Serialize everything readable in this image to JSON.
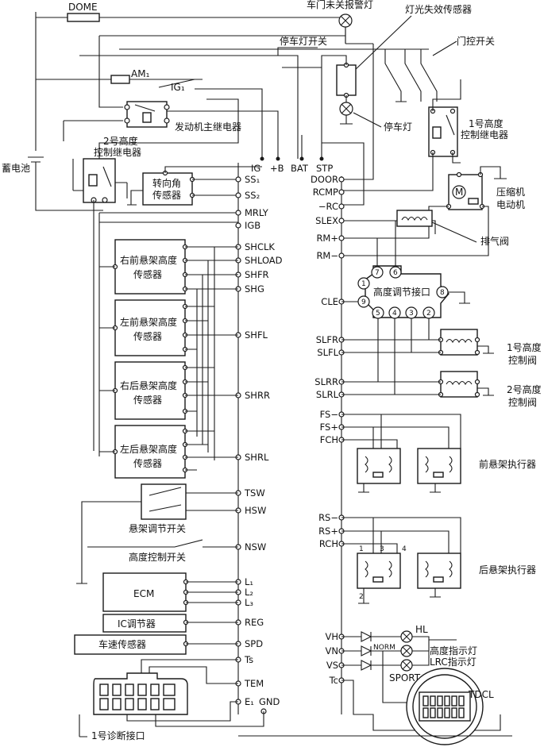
{
  "top": {
    "dome": "DOME",
    "door_warning": "车门未关报警灯",
    "light_fail_sensor": "灯光失效传感器",
    "stop_lamp_switch": "停车灯开关",
    "door_switch": "门控开关",
    "stop_lamp": "停车灯",
    "height_relay_1": "1号高度",
    "height_relay_1b": "控制继电器"
  },
  "left": {
    "am1": "AM₁",
    "ig1": "IG₁",
    "battery": "蓄电池",
    "main_relay": "发动机主继电器",
    "relay2_a": "2号高度",
    "relay2_b": "控制继电器",
    "steer_a": "转向角",
    "steer_b": "传感器"
  },
  "sensors": [
    {
      "a": "右前悬架高度",
      "b": "传感器"
    },
    {
      "a": "左前悬架高度",
      "b": "传感器"
    },
    {
      "a": "右后悬架高度",
      "b": "传感器"
    },
    {
      "a": "左后悬架高度",
      "b": "传感器"
    }
  ],
  "modules": {
    "susp_switch": "悬架调节开关",
    "height_switch": "高度控制开关",
    "ecm": "ECM",
    "ic_reg": "IC调节器",
    "speed": "车速传感器",
    "diag1": "1号诊断接口"
  },
  "ecu_top_pins": [
    "IG",
    "+B",
    "BAT",
    "STP"
  ],
  "ecu_left_pins": [
    "SS₁",
    "SS₂",
    "MRLY",
    "IGB",
    "SHCLK",
    "SHLOAD",
    "SHFR",
    "SHG",
    "SHFL",
    "SHRR",
    "SHRL",
    "TSW",
    "HSW",
    "NSW",
    "L₁",
    "L₂",
    "L₃",
    "REG",
    "SPD",
    "Ts",
    "TEM",
    "E₁"
  ],
  "gnd": "GND",
  "ecu_right_pins": [
    "DOOR",
    "RCMP",
    "−RC",
    "SLEX",
    "RM+",
    "RM−",
    "CLE",
    "SLFR",
    "SLFL",
    "SLRR",
    "SLRL",
    "FS−",
    "FS+",
    "FCH",
    "RS−",
    "RS+",
    "RCH",
    "VH",
    "VN",
    "VS",
    "Tc"
  ],
  "right": {
    "compressor_a": "压缩机",
    "compressor_b": "电动机",
    "exhaust_valve": "排气阀",
    "height_conn": "高度调节接口",
    "conn_nums": [
      "7",
      "6",
      "1",
      "8",
      "9",
      "5",
      "4",
      "3",
      "2"
    ],
    "valve1_a": "1号高度",
    "valve1_b": "控制阀",
    "valve2_a": "2号高度",
    "valve2_b": "控制阀",
    "front_act": "前悬架执行器",
    "rear_act": "后悬架执行器",
    "rear_nums": [
      "1",
      "3",
      "4",
      "2"
    ],
    "hl": "HL",
    "norm": "NORM",
    "height_lamp": "高度指示灯",
    "lrc_lamp": "LRC指示灯",
    "sport": "SPORT",
    "tdcl": "TDCL",
    "motor": "M"
  }
}
